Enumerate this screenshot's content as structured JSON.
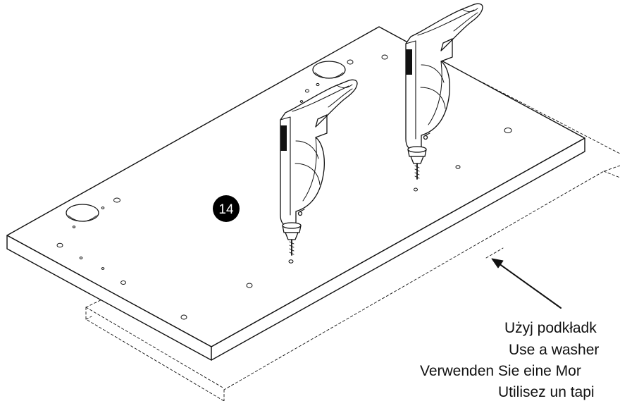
{
  "step": {
    "number": "14"
  },
  "instruction_lines": [
    "Użyj podkładk",
    "Use a washer",
    "Verwenden Sie eine Mor",
    "Utilisez un tapi"
  ],
  "icons": {
    "drill_left": "power-drill-icon",
    "drill_right": "power-drill-icon",
    "arrow": "arrow-pointer-icon"
  },
  "colors": {
    "ink": "#111111",
    "paper": "#ffffff",
    "badge": "#000000"
  }
}
